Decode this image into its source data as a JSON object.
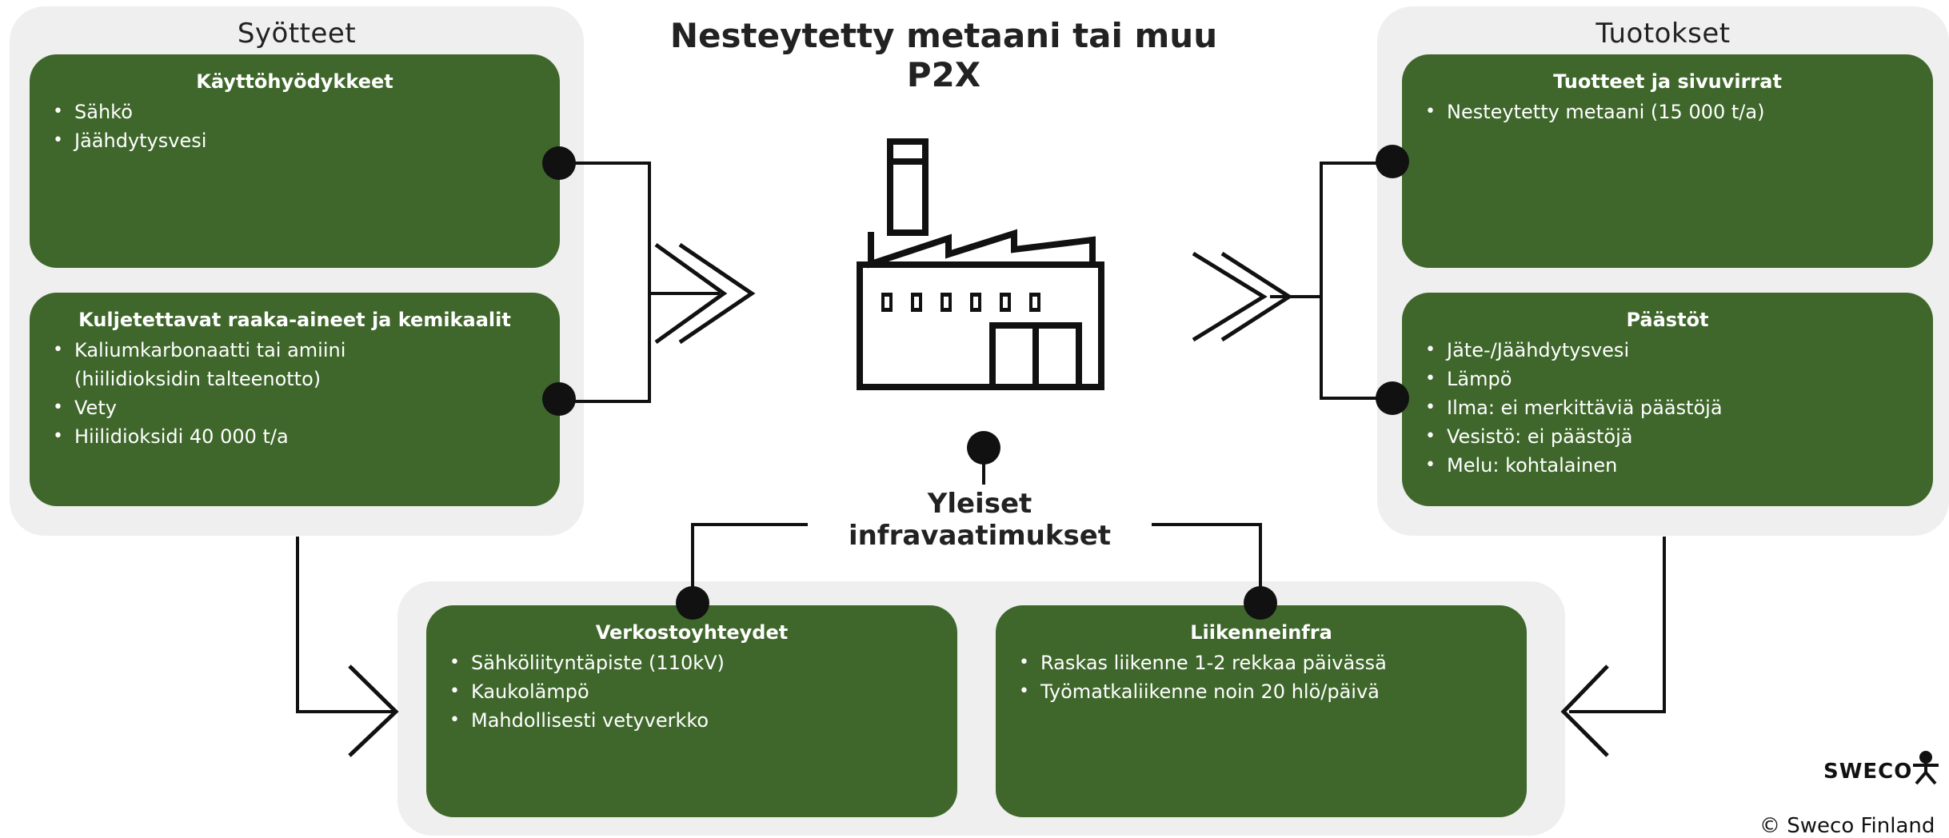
{
  "title": "Nesteytetty metaani tai muu P2X",
  "inputs": {
    "title": "Syötteet",
    "utilities": {
      "title": "Käyttöhyödykkeet",
      "items": [
        "Sähkö",
        "Jäähdytysvesi"
      ]
    },
    "raw_materials": {
      "title": "Kuljetettavat raaka-aineet ja kemikaalit",
      "items": [
        "Kaliumkarbonaatti tai amiini (hiilidioksidin talteenotto)",
        "Vety",
        "Hiilidioksidi 40 000 t/a"
      ]
    }
  },
  "outputs": {
    "title": "Tuotokset",
    "products": {
      "title": "Tuotteet ja sivuvirrat",
      "items": [
        "Nesteytetty metaani (15 000 t/a)"
      ]
    },
    "emissions": {
      "title": "Päästöt",
      "items": [
        "Jäte-/Jäähdytysvesi",
        "Lämpö",
        "Ilma: ei merkittäviä päästöjä",
        "Vesistö: ei päästöjä",
        "Melu: kohtalainen"
      ]
    }
  },
  "infra": {
    "label": "Yleiset infravaatimukset",
    "network": {
      "title": "Verkostoyhteydet",
      "items": [
        "Sähköliityntäpiste (110kV)",
        "Kaukolämpö",
        "Mahdollisesti vetyverkko"
      ]
    },
    "traffic": {
      "title": "Liikenneinfra",
      "items": [
        "Raskas liikenne 1-2 rekkaa päivässä",
        "Työmatkaliikenne noin 20 hlö/päivä"
      ]
    }
  },
  "branding": {
    "logo": "SWECO",
    "copyright": "© Sweco Finland"
  },
  "colors": {
    "card": "#3f672b",
    "panel": "#efefef",
    "line": "#111111"
  }
}
